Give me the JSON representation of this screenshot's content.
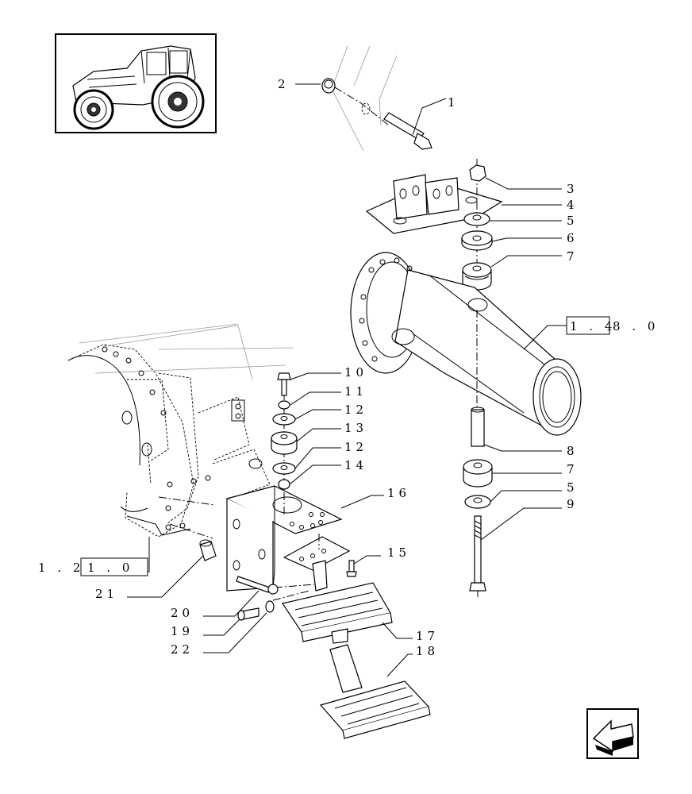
{
  "callouts": [
    {
      "text": "1"
    },
    {
      "text": "2"
    },
    {
      "text": "3"
    },
    {
      "text": "4"
    },
    {
      "text": "5"
    },
    {
      "text": "6"
    },
    {
      "text": "7"
    },
    {
      "text": "8"
    },
    {
      "text": "7"
    },
    {
      "text": "5"
    },
    {
      "text": "9"
    },
    {
      "text": "10"
    },
    {
      "text": "11"
    },
    {
      "text": "12"
    },
    {
      "text": "13"
    },
    {
      "text": "12"
    },
    {
      "text": "14"
    },
    {
      "text": "16"
    },
    {
      "text": "15"
    },
    {
      "text": "17"
    },
    {
      "text": "18"
    },
    {
      "text": "21"
    },
    {
      "text": "20"
    },
    {
      "text": "19"
    },
    {
      "text": "22"
    }
  ],
  "references": [
    {
      "prefix": "1 . 4",
      "suffix": "8 . 0"
    },
    {
      "prefix": "1 . 2",
      "suffix": "1 . 0"
    }
  ],
  "icons": {
    "thumbnail": "tractor-thumbnail-icon",
    "navigation": "back-arrow-icon"
  }
}
